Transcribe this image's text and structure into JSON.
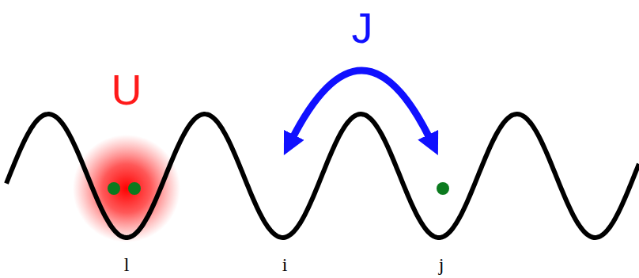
{
  "diagram": {
    "labels": [
      "U",
      "J",
      "l",
      "i",
      "j"
    ]
  }
}
